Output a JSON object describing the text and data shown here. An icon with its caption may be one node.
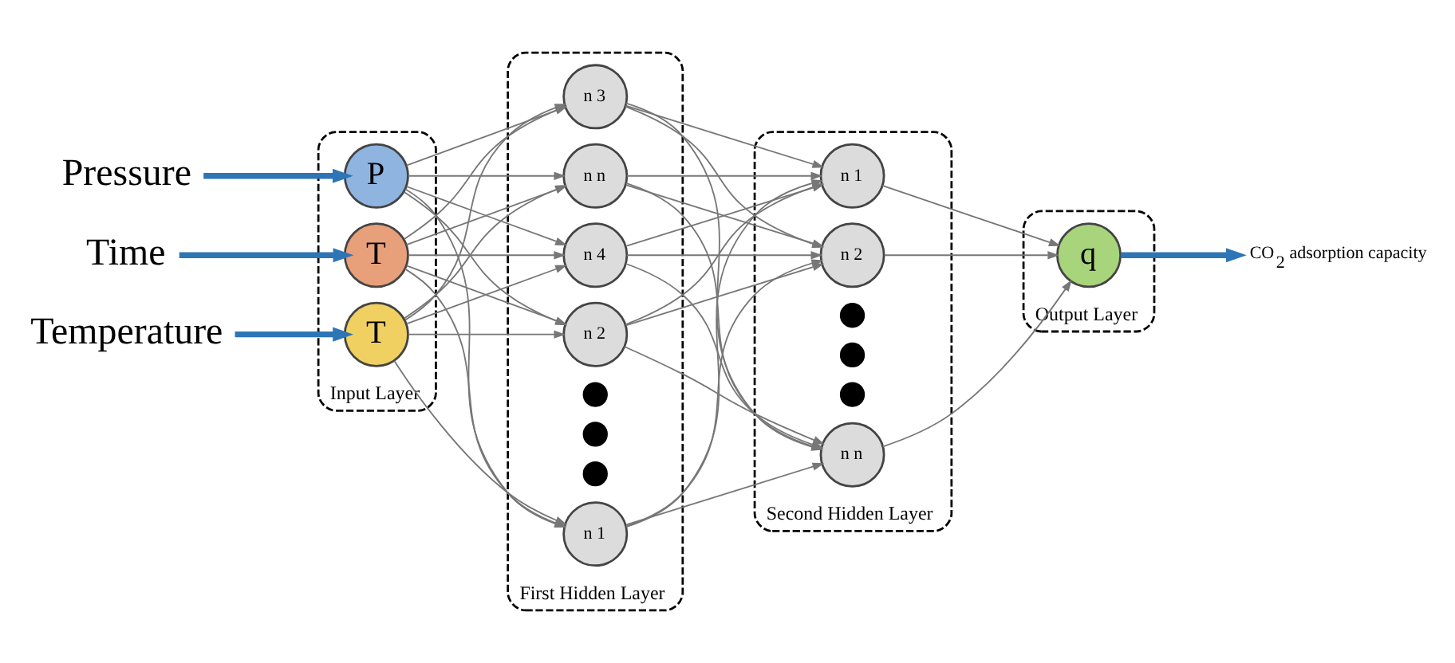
{
  "diagram": {
    "nodes": [
      {
        "text": [
          "Pressure"
        ]
      },
      {
        "text": [
          "Time"
        ]
      },
      {
        "text": [
          "Temperature"
        ]
      },
      {
        "text": [
          "Input Layer"
        ]
      },
      {
        "text": [
          "P"
        ],
        "in": 3
      },
      {
        "text": [
          "T"
        ],
        "in": 3
      },
      {
        "text": [
          "T"
        ],
        "in": 3
      },
      {
        "text": [
          "First Hidden Layer"
        ]
      },
      {
        "text": [
          "n 1"
        ],
        "in": 7
      },
      {
        "text": [
          "n 2"
        ],
        "in": 7
      },
      {
        "text": [
          "n 3"
        ],
        "in": 7
      },
      {
        "text": [
          "n 4"
        ],
        "in": 7
      },
      {
        "text": [],
        "shape": "circle",
        "in": 7
      },
      {
        "text": [],
        "shape": "circle",
        "in": 7
      },
      {
        "text": [],
        "shape": "circle",
        "in": 7
      },
      {
        "text": [
          "n n"
        ],
        "in": 7
      },
      {
        "text": [
          "Second Hidden Layer"
        ]
      },
      {
        "text": [
          "n 1"
        ],
        "in": 16
      },
      {
        "text": [
          "n 2"
        ],
        "in": 16
      },
      {
        "text": [],
        "shape": "circle",
        "in": 16
      },
      {
        "text": [],
        "shape": "circle",
        "in": 16
      },
      {
        "text": [],
        "shape": "circle",
        "in": 16
      },
      {
        "text": [
          "n n"
        ],
        "in": 16
      },
      {
        "text": [
          "Output Layer"
        ]
      },
      {
        "text": [
          "q"
        ],
        "in": 23
      },
      {
        "text": [
          "CO$_{2}$ adsorption capacity"
        ]
      }
    ],
    "edges": [
      {
        "from": 0,
        "to": 4,
        "arrow": "to",
        "color": "#2e75b6",
        "style": "thick"
      },
      {
        "from": 1,
        "to": 5,
        "arrow": "to",
        "color": "#2e75b6",
        "style": "thick"
      },
      {
        "from": 2,
        "to": 6,
        "arrow": "to",
        "color": "#2e75b6",
        "style": "thick"
      },
      {
        "from": 4,
        "to": 8,
        "arrow": "to"
      },
      {
        "from": 4,
        "to": 9,
        "arrow": "to"
      },
      {
        "from": 4,
        "to": 10,
        "arrow": "to"
      },
      {
        "from": 4,
        "to": 11,
        "arrow": "to"
      },
      {
        "from": 4,
        "to": 15,
        "arrow": "to"
      },
      {
        "from": 5,
        "to": 8,
        "arrow": "to"
      },
      {
        "from": 5,
        "to": 9,
        "arrow": "to"
      },
      {
        "from": 5,
        "to": 10,
        "arrow": "to"
      },
      {
        "from": 5,
        "to": 11,
        "arrow": "to"
      },
      {
        "from": 5,
        "to": 15,
        "arrow": "to"
      },
      {
        "from": 6,
        "to": 8,
        "arrow": "to"
      },
      {
        "from": 6,
        "to": 9,
        "arrow": "to"
      },
      {
        "from": 6,
        "to": 10,
        "arrow": "to"
      },
      {
        "from": 6,
        "to": 11,
        "arrow": "to"
      },
      {
        "from": 6,
        "to": 15,
        "arrow": "to"
      },
      {
        "from": 8,
        "to": 17,
        "arrow": "to"
      },
      {
        "from": 8,
        "to": 18,
        "arrow": "to"
      },
      {
        "from": 8,
        "to": 22,
        "arrow": "to"
      },
      {
        "from": 9,
        "to": 17,
        "arrow": "to"
      },
      {
        "from": 9,
        "to": 18,
        "arrow": "to"
      },
      {
        "from": 9,
        "to": 22,
        "arrow": "to"
      },
      {
        "from": 10,
        "to": 17,
        "arrow": "to"
      },
      {
        "from": 10,
        "to": 18,
        "arrow": "to"
      },
      {
        "from": 10,
        "to": 22,
        "arrow": "to"
      },
      {
        "from": 11,
        "to": 17,
        "arrow": "to"
      },
      {
        "from": 11,
        "to": 18,
        "arrow": "to"
      },
      {
        "from": 11,
        "to": 22,
        "arrow": "to"
      },
      {
        "from": 15,
        "to": 17,
        "arrow": "to"
      },
      {
        "from": 15,
        "to": 18,
        "arrow": "to"
      },
      {
        "from": 15,
        "to": 22,
        "arrow": "to"
      },
      {
        "from": 17,
        "to": 24,
        "arrow": "to"
      },
      {
        "from": 18,
        "to": 24,
        "arrow": "to"
      },
      {
        "from": 22,
        "to": 24,
        "arrow": "to"
      },
      {
        "from": 24,
        "to": 25,
        "arrow": "to",
        "color": "#2e75b6",
        "style": "thick"
      }
    ]
  }
}
